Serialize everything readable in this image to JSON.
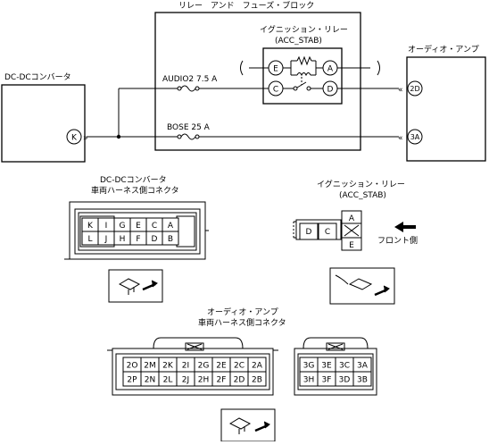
{
  "relay_block": {
    "title": "リレー　アンド　フューズ・ブロック",
    "ignition_relay_title": "イグニッション・リレー",
    "ignition_relay_sub": "(ACC_STAB)",
    "fuse_audio": "AUDIO2 7.5 A",
    "fuse_bose": "BOSE 25 A",
    "relay_terminals": [
      "E",
      "A",
      "C",
      "D"
    ]
  },
  "dcdc": {
    "title": "DC-DCコンバータ",
    "terminal": "K",
    "connector_title_1": "DC-DCコンバータ",
    "connector_title_2": "車両ハーネス側コネクタ",
    "connector_pins_row1": [
      "K",
      "I",
      "G",
      "E",
      "C",
      "A"
    ],
    "connector_pins_row2": [
      "L",
      "J",
      "H",
      "F",
      "D",
      "B"
    ]
  },
  "audio_amp": {
    "title": "オーディオ・アンプ",
    "terminals": [
      "2D",
      "3A"
    ],
    "connector_title_1": "オーディオ・アンプ",
    "connector_title_2": "車両ハーネス側コネクタ",
    "connector2_row1": [
      "2O",
      "2M",
      "2K",
      "2I",
      "2G",
      "2E",
      "2C",
      "2A"
    ],
    "connector2_row2": [
      "2P",
      "2N",
      "2L",
      "2J",
      "2H",
      "2F",
      "2D",
      "2B"
    ],
    "connector3_row1": [
      "3G",
      "3E",
      "3C",
      "3A"
    ],
    "connector3_row2": [
      "3H",
      "3F",
      "3D",
      "3B"
    ]
  },
  "relay_connector": {
    "title_1": "イグニッション・リレー",
    "title_2": "(ACC_STAB)",
    "pins": [
      "D",
      "C",
      "A",
      "E"
    ],
    "front_label": "フロント側"
  }
}
